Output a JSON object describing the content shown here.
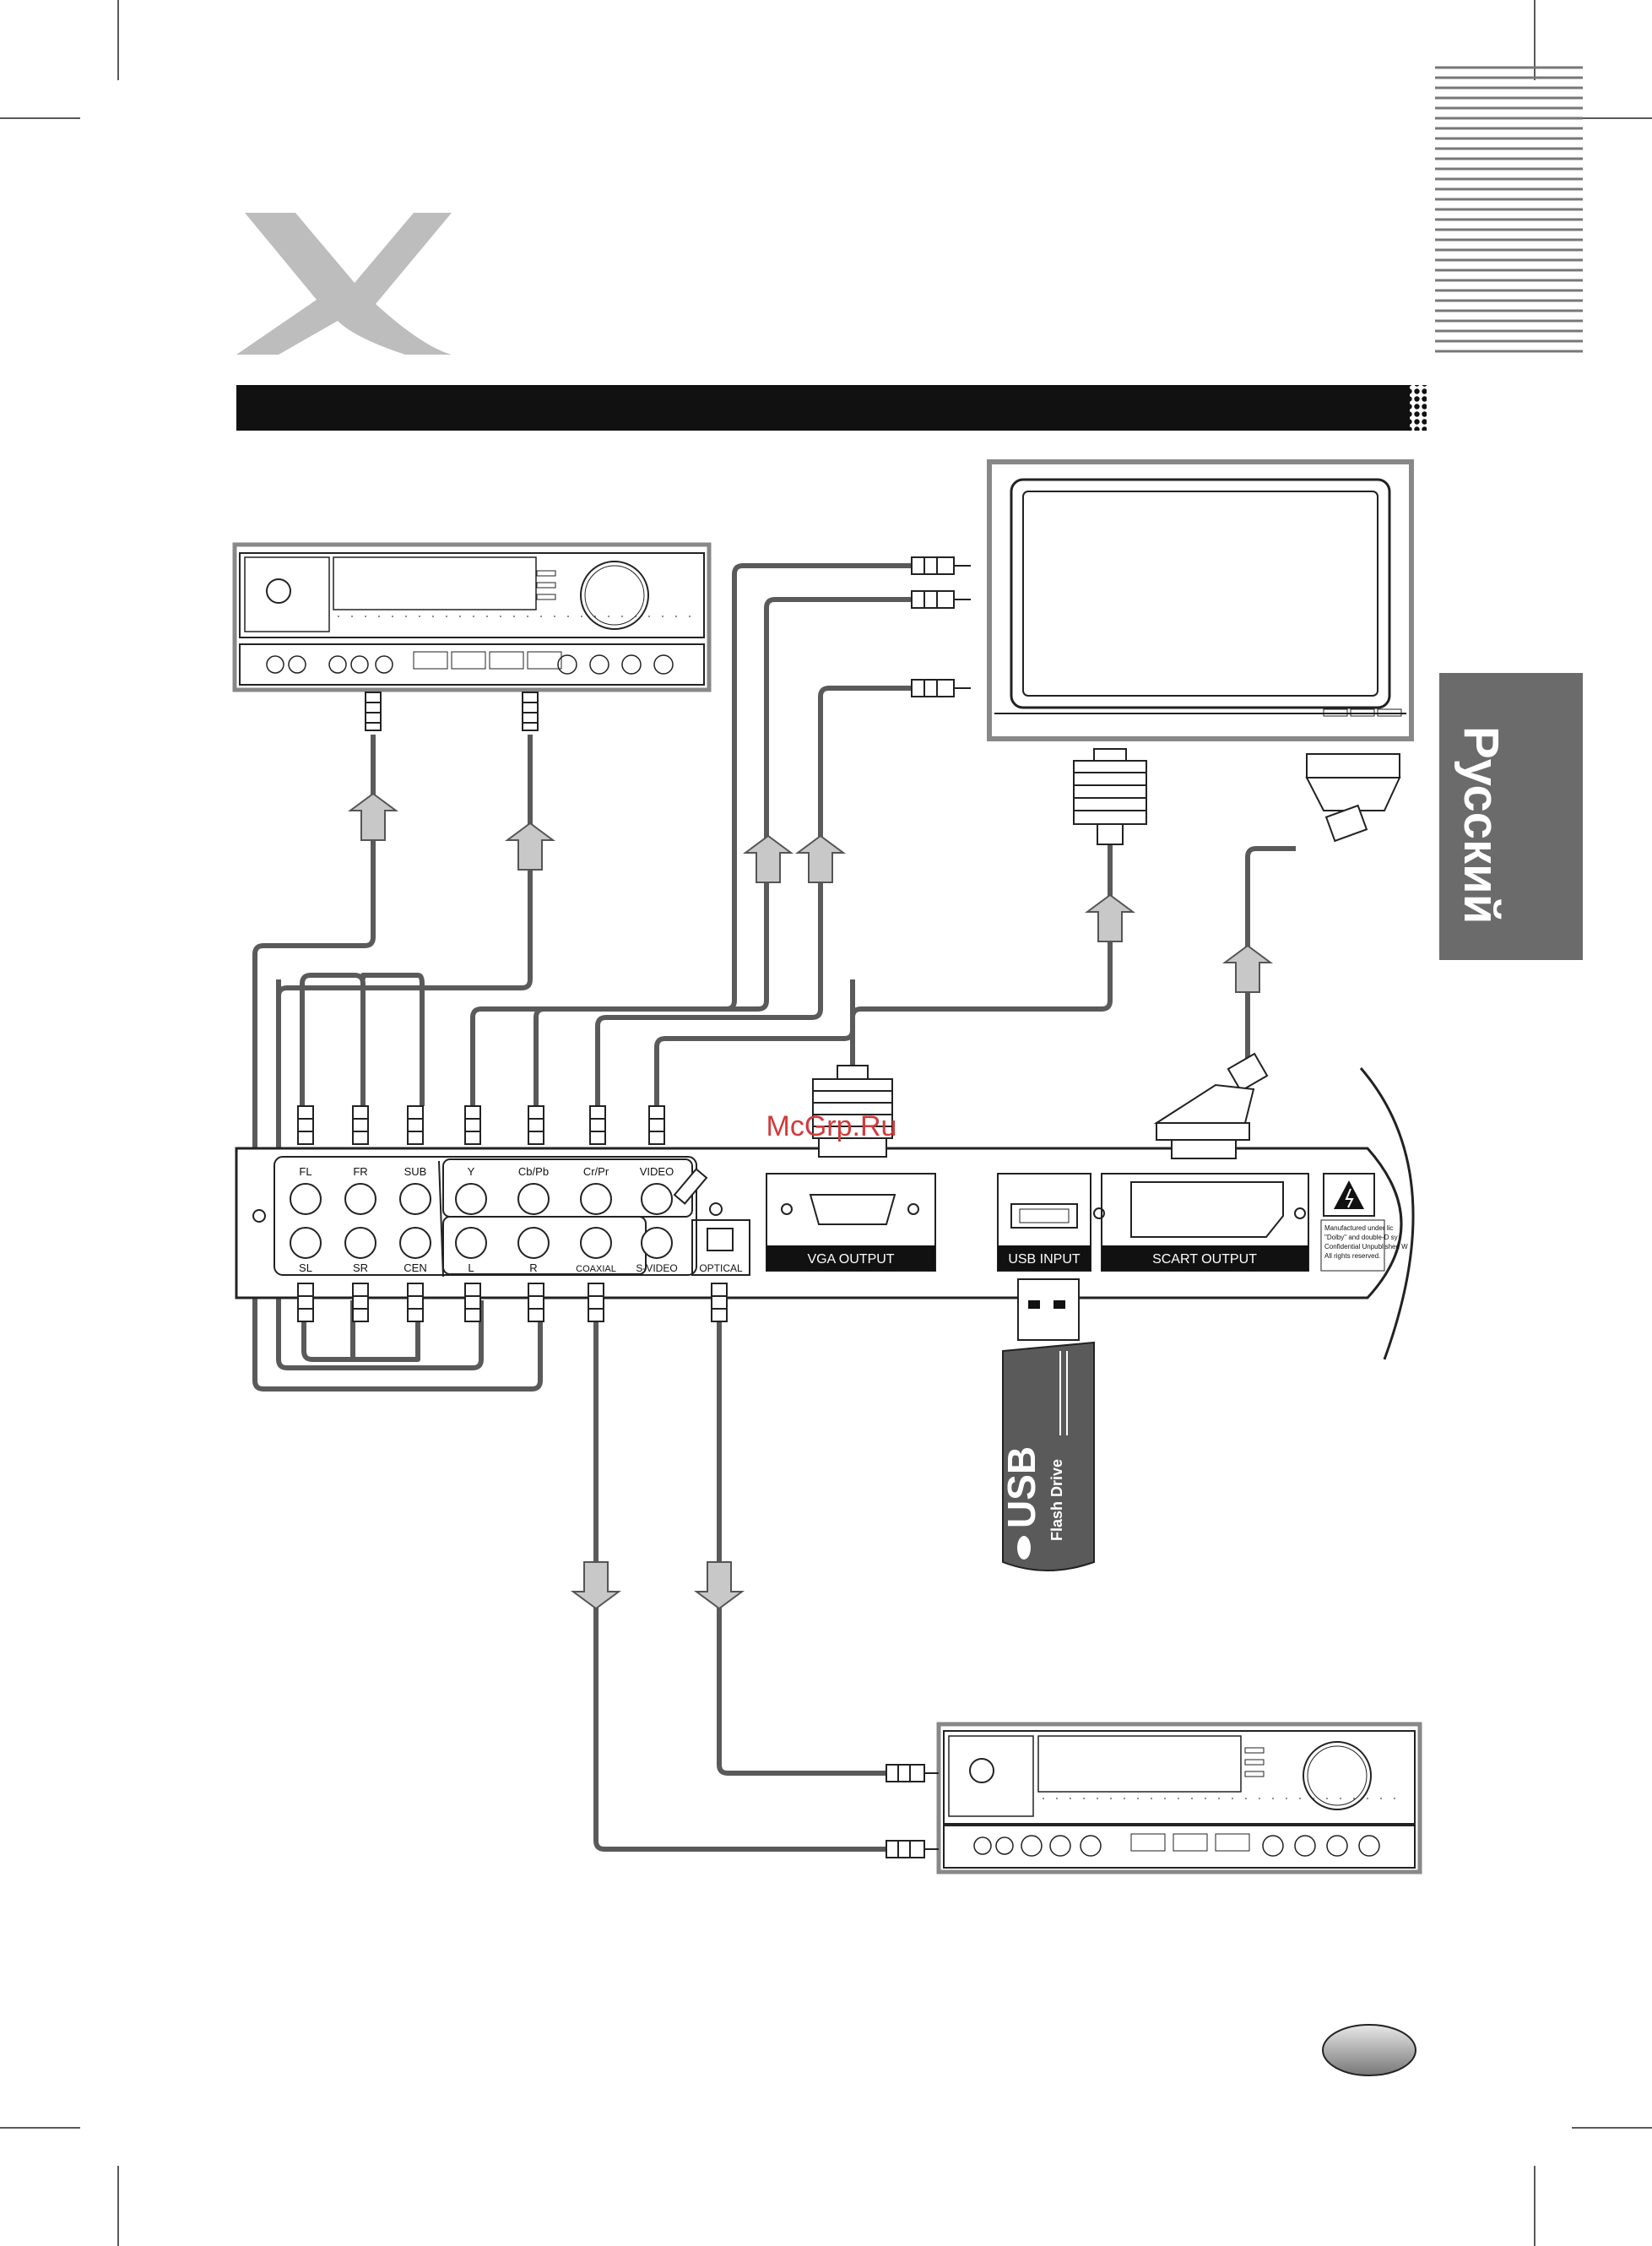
{
  "page": {
    "language_tab": "Русский",
    "watermark": "McGrp.Ru"
  },
  "panel": {
    "audio_top": [
      "FL",
      "FR",
      "SUB"
    ],
    "audio_bottom": [
      "SL",
      "SR",
      "CEN"
    ],
    "video_top": [
      "Y",
      "Cb/Pb",
      "Cr/Pr",
      "VIDEO"
    ],
    "video_bottom": [
      "L",
      "R",
      "COAXIAL",
      "S-VIDEO"
    ],
    "optical": "OPTICAL",
    "vga": "VGA OUTPUT",
    "usb": "USB INPUT",
    "scart": "SCART OUTPUT",
    "notice": [
      "Manufactured under lic",
      "\"Dolby\" and double-D sy",
      "Confidential Unpublished W",
      "All rights reserved."
    ]
  },
  "usb_drive": {
    "brand": "USB",
    "caption": "Flash Drive"
  },
  "colors": {
    "cable": "#5a5a5a",
    "tab": "#6b6b6b",
    "header_bar": "#111111",
    "logo": "#bdbdbd",
    "watermark": "#d23a3a"
  }
}
